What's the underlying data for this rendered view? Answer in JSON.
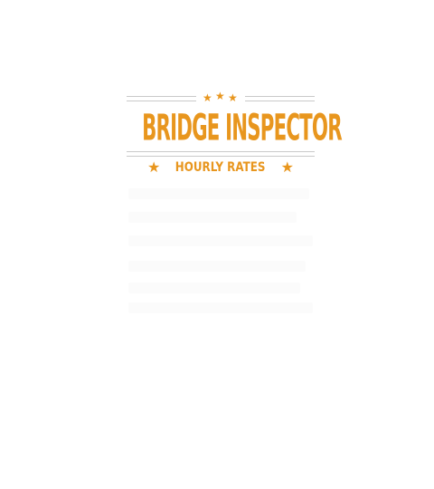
{
  "design": {
    "title": "BRIDGE INSPECTOR",
    "subtitle": "HOURLY RATES",
    "star_glyph": "★",
    "accent_color": "#e8961e",
    "rule_color": "#c9c9c9",
    "background_color": "#ffffff",
    "top_star_count": 3,
    "body_text_color": "#ffffff"
  }
}
